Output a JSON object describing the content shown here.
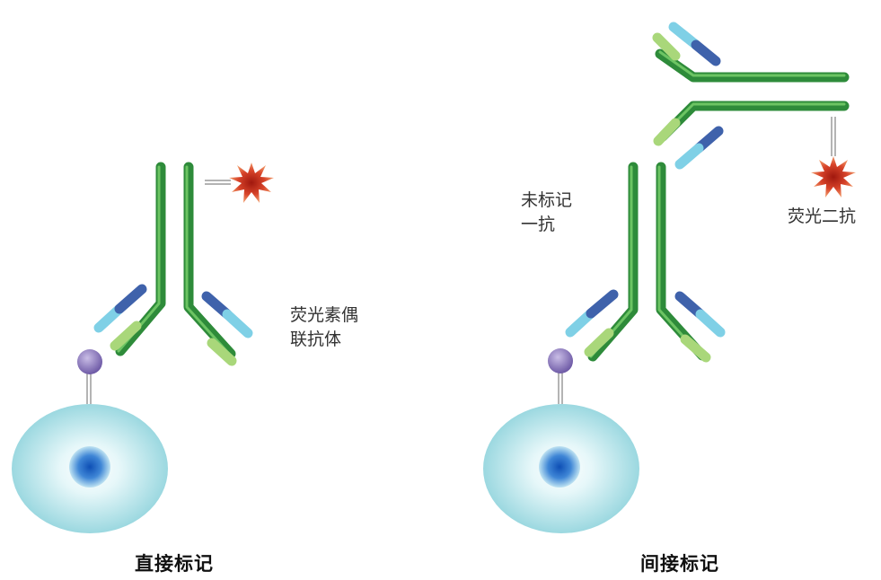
{
  "direct": {
    "label_line1": "荧光素偶",
    "label_line2": "联抗体",
    "caption": "直接标记"
  },
  "indirect": {
    "primary_line1": "未标记",
    "primary_line2": "一抗",
    "secondary_label": "荧光二抗",
    "caption": "间接标记"
  },
  "colors": {
    "antibody_green": "#2e8b3a",
    "light_chain_blue": "#4a78b5",
    "light_chain_green": "#9acd6a",
    "cell_outer": "#b8e8ec",
    "nucleus": "#2a6fc9",
    "antigen": "#8a78b8",
    "fluorophore": "#d94a2a"
  },
  "icons": [
    "cell-icon",
    "antigen-icon",
    "fluorophore-icon"
  ]
}
